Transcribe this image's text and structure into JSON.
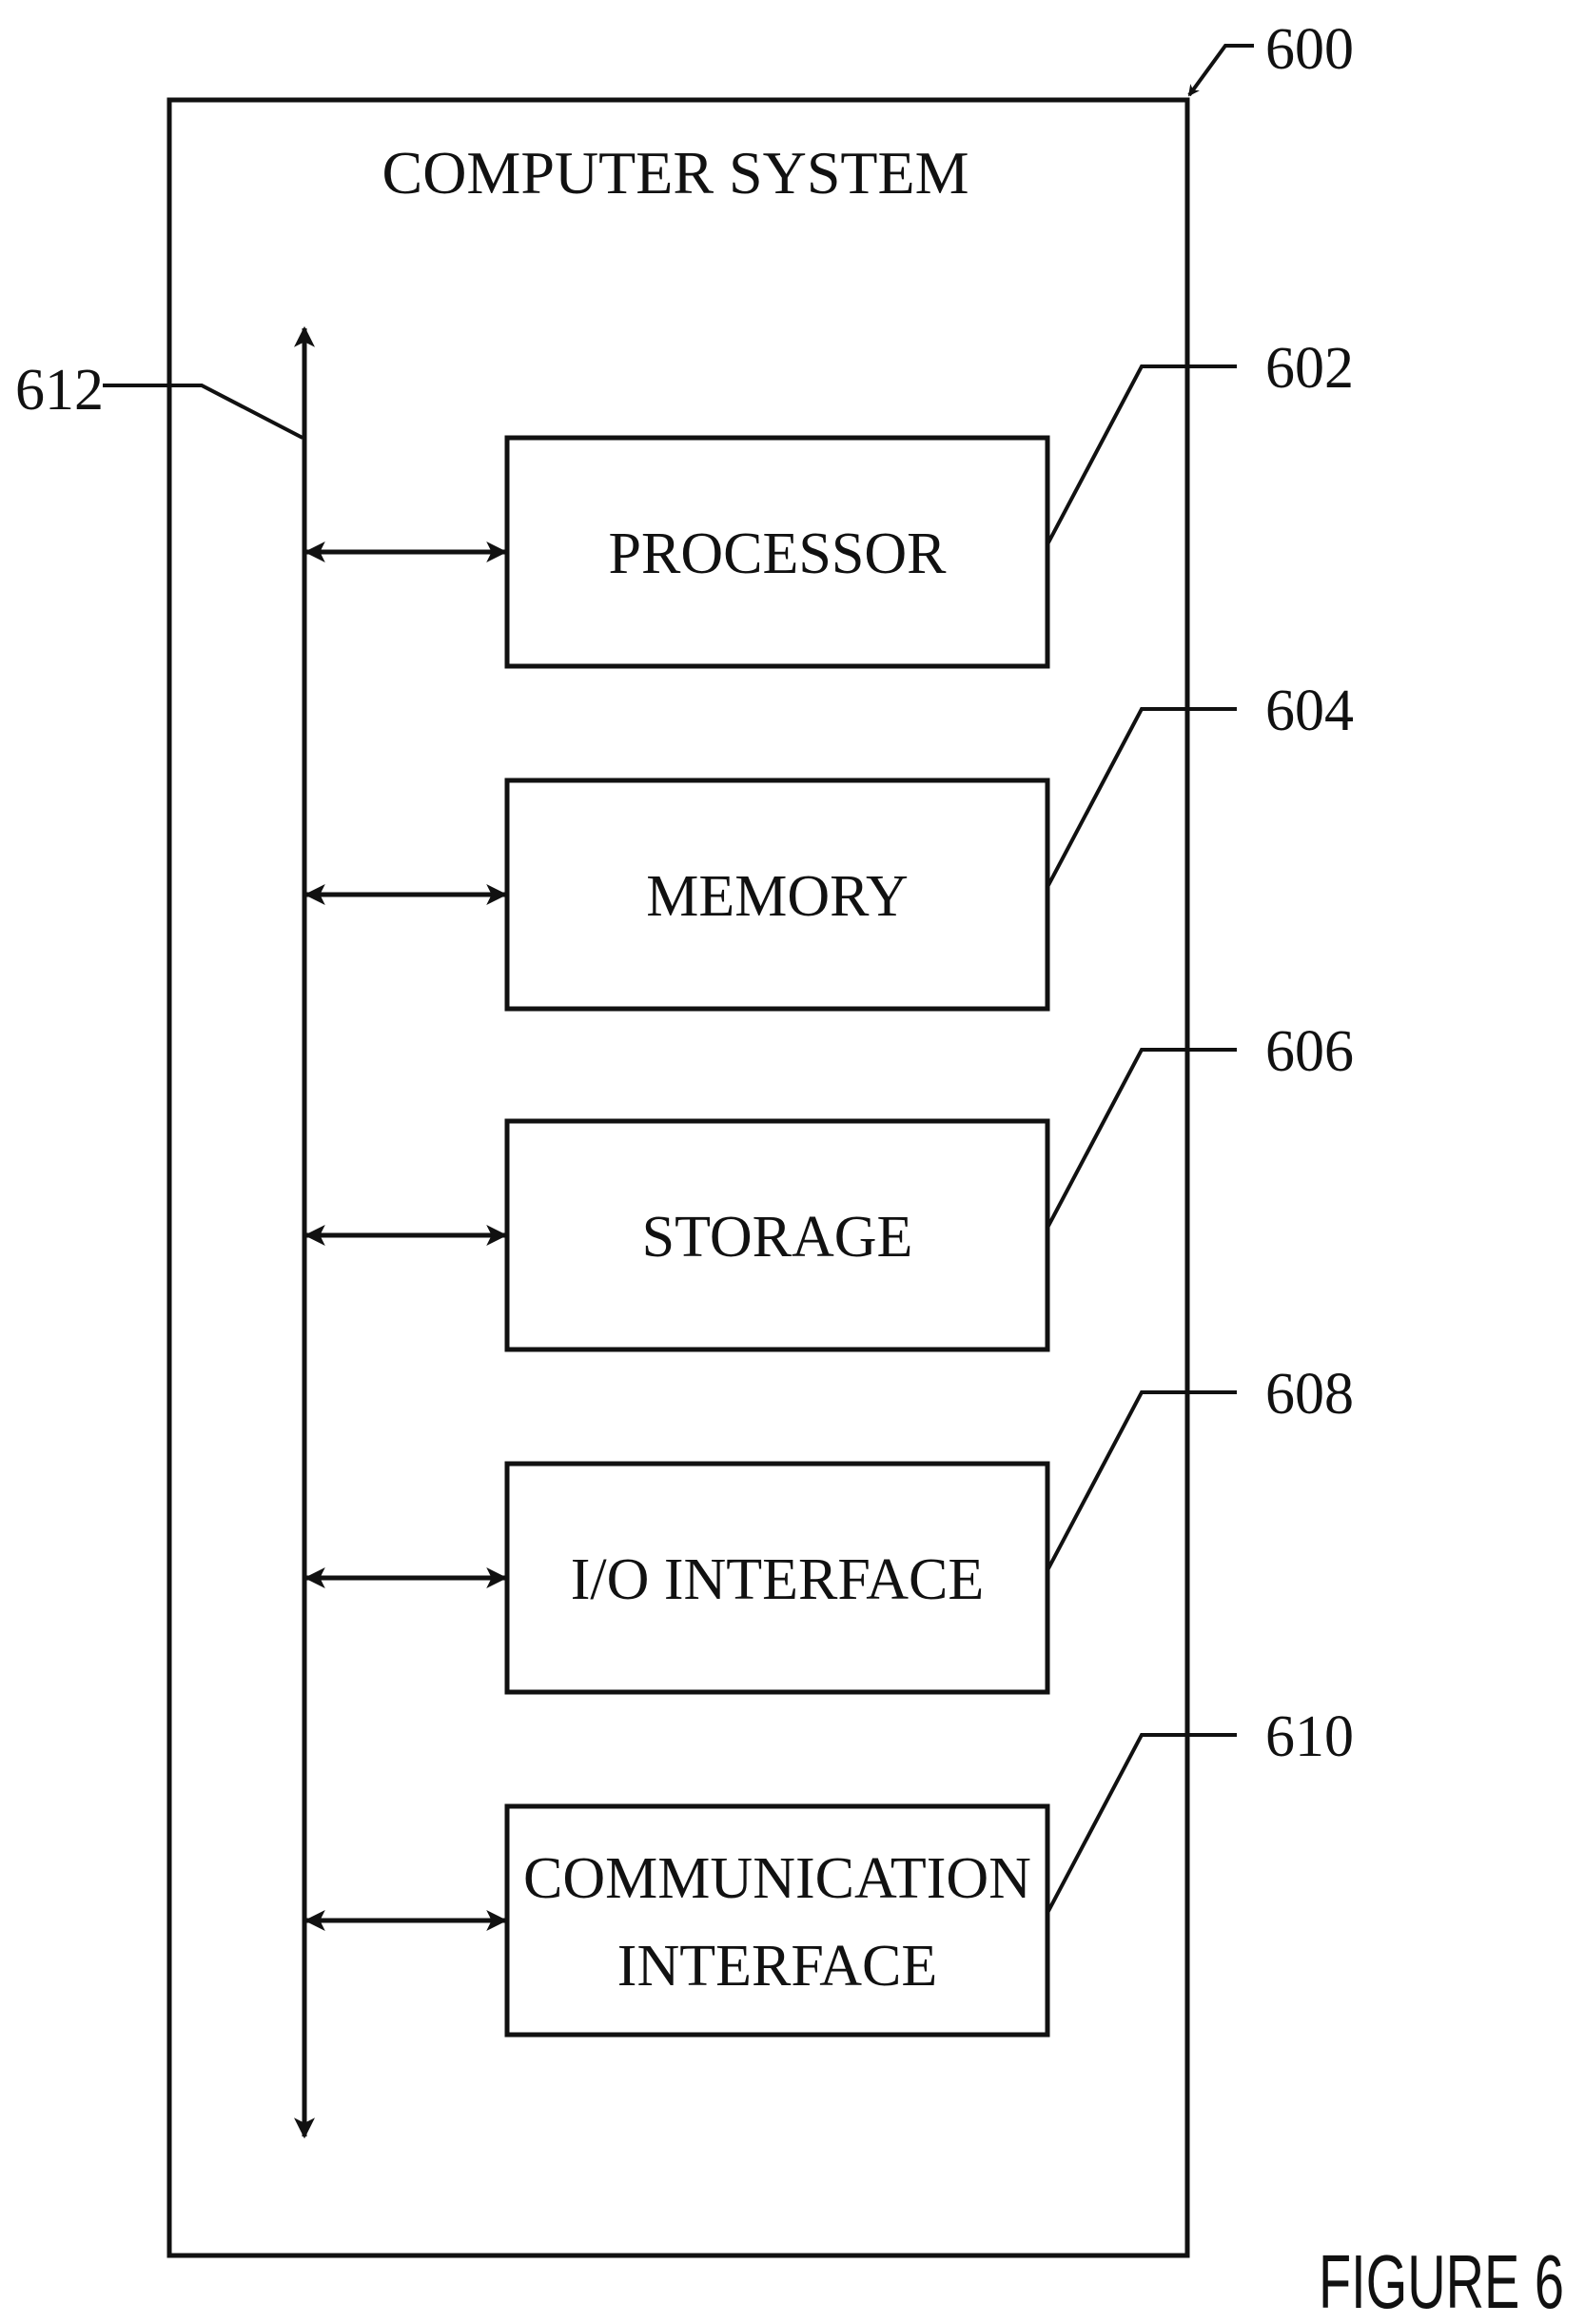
{
  "figure": {
    "label": "FIGURE 6"
  },
  "system": {
    "title": "COMPUTER SYSTEM",
    "ref": "600"
  },
  "bus": {
    "ref": "612"
  },
  "components": [
    {
      "key": "processor",
      "lines": [
        "PROCESSOR"
      ],
      "ref": "602"
    },
    {
      "key": "memory",
      "lines": [
        "MEMORY"
      ],
      "ref": "604"
    },
    {
      "key": "storage",
      "lines": [
        "STORAGE"
      ],
      "ref": "606"
    },
    {
      "key": "io-interface",
      "lines": [
        "I/O INTERFACE"
      ],
      "ref": "608"
    },
    {
      "key": "communication-interface",
      "lines": [
        "COMMUNICATION",
        "INTERFACE"
      ],
      "ref": "610"
    }
  ],
  "colors": {
    "ink": "#111111",
    "background": "#ffffff"
  }
}
